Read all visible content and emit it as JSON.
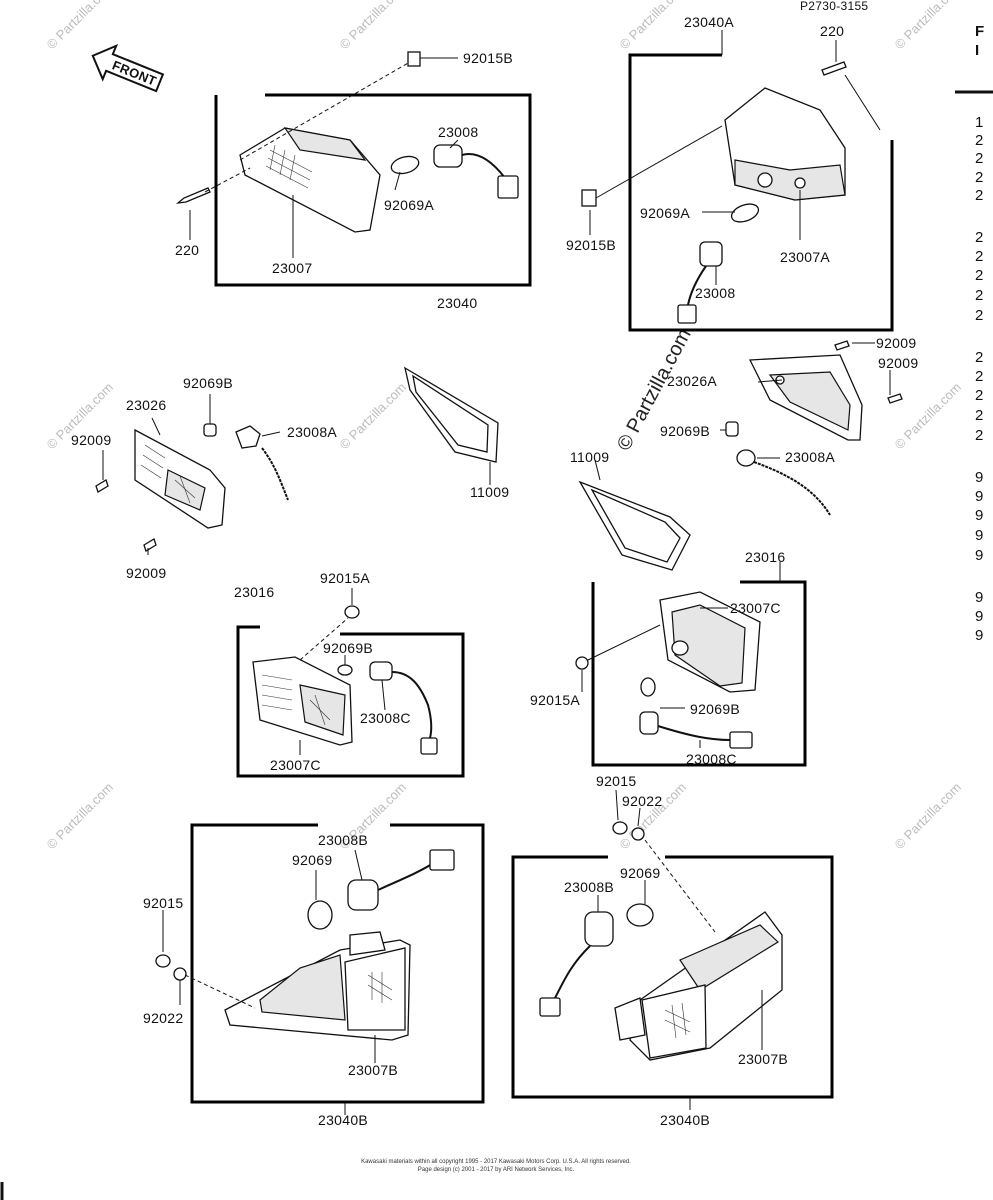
{
  "header_code": "P2730-3155",
  "front_arrow_label": "FRONT",
  "watermark": "© Partzilla.com",
  "watermark_center": "© Partzilla.com",
  "colors": {
    "line": "#111111",
    "paper": "#ffffff",
    "watermark": "#bdbdbd"
  },
  "labels": {
    "a_92015B": "92015B",
    "a_23008": "23008",
    "a_92069A": "92069A",
    "a_220": "220",
    "a_23007": "23007",
    "a_23040": "23040",
    "b_23040A": "23040A",
    "b_220": "220",
    "b_92015B": "92015B",
    "b_92069A": "92069A",
    "b_23007A": "23007A",
    "b_23008": "23008",
    "c_92069B": "92069B",
    "c_23026": "23026",
    "c_92009_top": "92009",
    "c_92009_bot": "92009",
    "c_23008A": "23008A",
    "c_11009": "11009",
    "d_92009_a": "92009",
    "d_23026A": "23026A",
    "d_92009_b": "92009",
    "d_92069B": "92069B",
    "d_11009": "11009",
    "d_23008A": "23008A",
    "e_23016": "23016",
    "e_92015A": "92015A",
    "e_92069B": "92069B",
    "e_23008C": "23008C",
    "e_23007C": "23007C",
    "f_23016": "23016",
    "f_23007C": "23007C",
    "f_92015A": "92015A",
    "f_92069B": "92069B",
    "f_23008C": "23008C",
    "g_23008B": "23008B",
    "g_92069": "92069",
    "g_92015": "92015",
    "g_92022": "92022",
    "g_23007B": "23007B",
    "g_23040B": "23040B",
    "h_92015": "92015",
    "h_92022": "92022",
    "h_23008B": "23008B",
    "h_92069": "92069",
    "h_23007B": "23007B",
    "h_23040B": "23040B"
  },
  "right_header": [
    "F",
    "I"
  ],
  "right_refs": [
    "1",
    "2",
    "2",
    "2",
    "2",
    "2",
    "2",
    "2",
    "2",
    "2",
    "2",
    "2",
    "2",
    "2",
    "2",
    "9",
    "9",
    "9",
    "9",
    "9",
    "9",
    "9",
    "9"
  ],
  "footer": [
    "Kawasaki materials within all copyright 1995 - 2017  Kawasaki Motors Corp. U.S.A.  All rights reserved.",
    "Page design (c) 2001 - 2017 by ARI Network Services, Inc."
  ]
}
